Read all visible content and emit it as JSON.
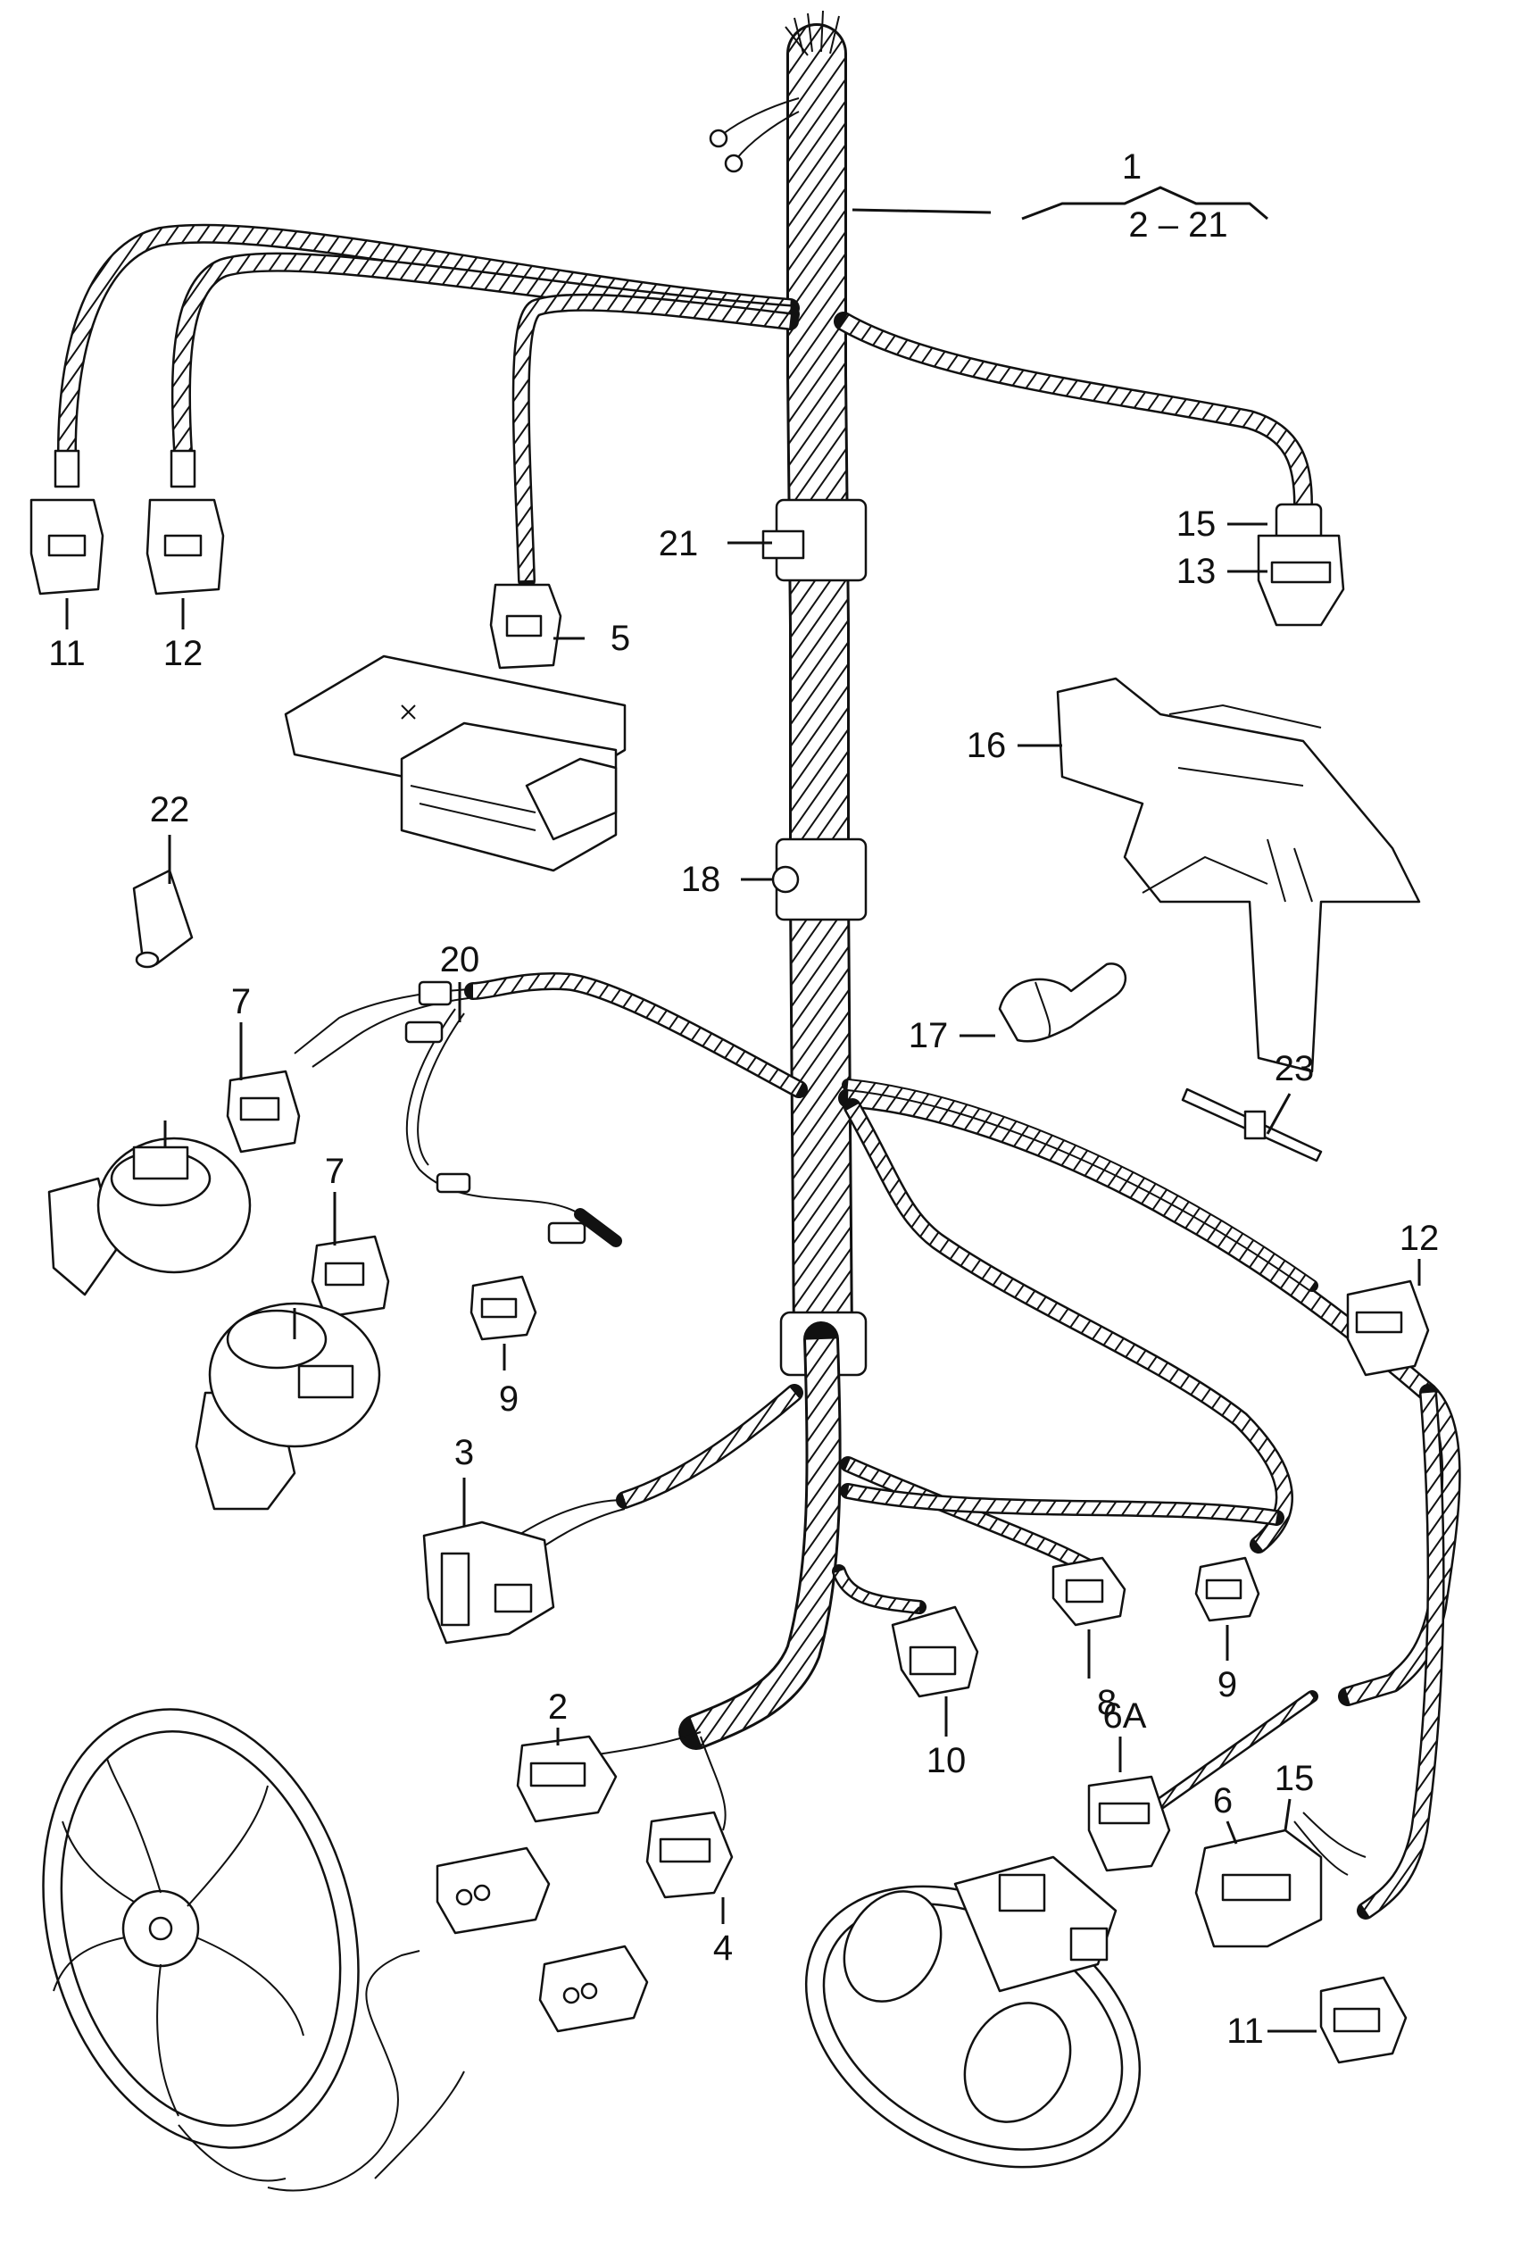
{
  "labels": {
    "assembly": "1",
    "assembly_range": "2 – 21",
    "l2": "2",
    "l3": "3",
    "l4": "4",
    "l5": "5",
    "l6": "6",
    "l6a": "6A",
    "l7a": "7",
    "l7b": "7",
    "l8": "8",
    "l9a": "9",
    "l9b": "9",
    "l10": "10",
    "l11a": "11",
    "l11b": "11",
    "l12a": "12",
    "l12b": "12",
    "l13": "13",
    "l15a": "15",
    "l15b": "15",
    "l16": "16",
    "l17": "17",
    "l18": "18",
    "l20": "20",
    "l21": "21",
    "l22": "22",
    "l23": "23"
  }
}
